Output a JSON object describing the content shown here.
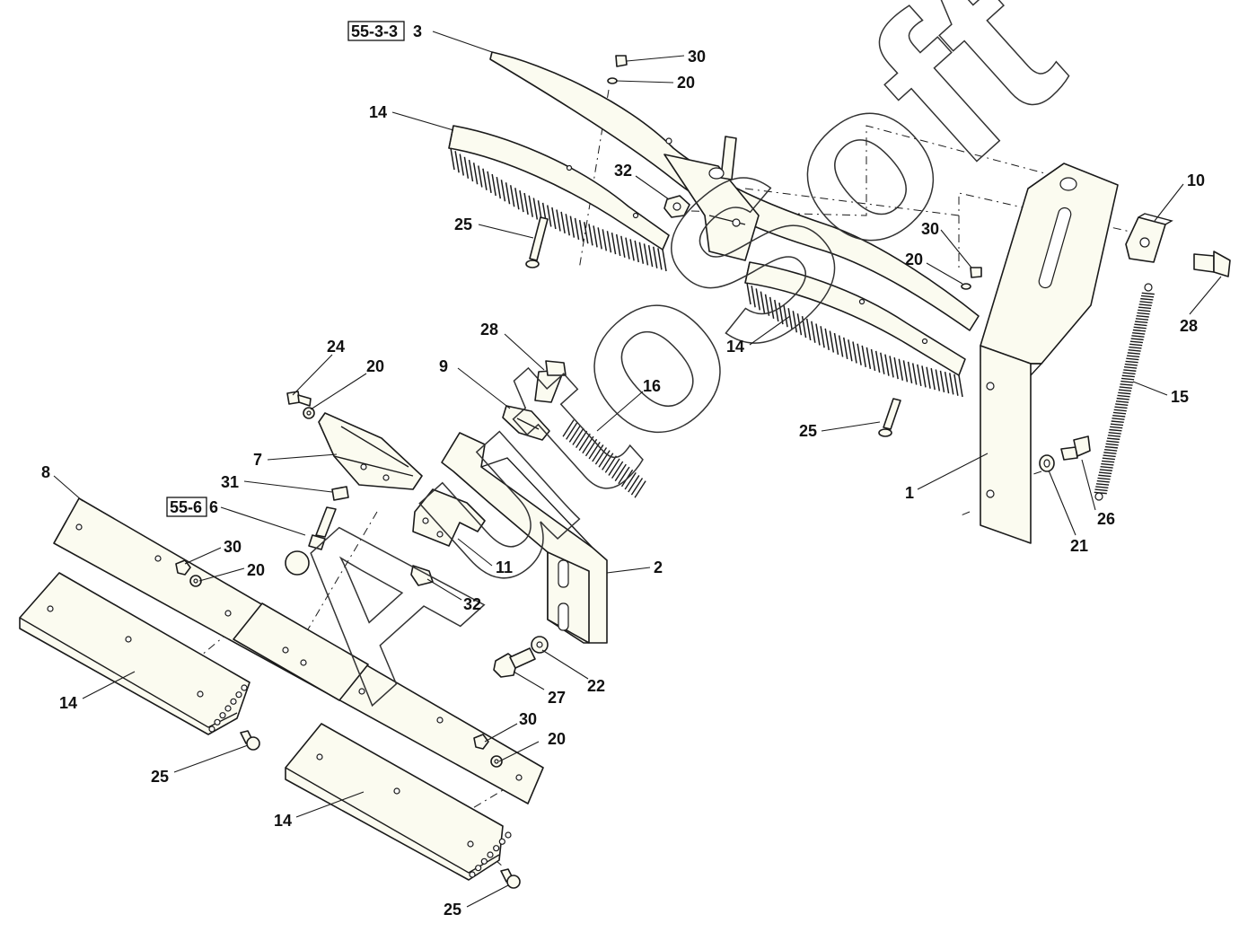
{
  "watermark": "AutoSoft",
  "references": [
    {
      "id": "ref-55-3-3",
      "text": "55-3-3"
    },
    {
      "id": "ref-55-6",
      "text": "55-6"
    }
  ],
  "callouts": [
    {
      "id": "c3",
      "num": "3"
    },
    {
      "id": "c30a",
      "num": "30"
    },
    {
      "id": "c20a",
      "num": "20"
    },
    {
      "id": "c14a",
      "num": "14"
    },
    {
      "id": "c32a",
      "num": "32"
    },
    {
      "id": "c25a",
      "num": "25"
    },
    {
      "id": "c10",
      "num": "10"
    },
    {
      "id": "c30b",
      "num": "30"
    },
    {
      "id": "c20b",
      "num": "20"
    },
    {
      "id": "c28a",
      "num": "28"
    },
    {
      "id": "c14b",
      "num": "14"
    },
    {
      "id": "c15",
      "num": "15"
    },
    {
      "id": "c28b",
      "num": "28"
    },
    {
      "id": "c9",
      "num": "9"
    },
    {
      "id": "c16",
      "num": "16"
    },
    {
      "id": "c25b",
      "num": "25"
    },
    {
      "id": "c24",
      "num": "24"
    },
    {
      "id": "c20c",
      "num": "20"
    },
    {
      "id": "c7",
      "num": "7"
    },
    {
      "id": "c31",
      "num": "31"
    },
    {
      "id": "c6",
      "num": "6"
    },
    {
      "id": "c8",
      "num": "8"
    },
    {
      "id": "c30c",
      "num": "30"
    },
    {
      "id": "c20d",
      "num": "20"
    },
    {
      "id": "c1",
      "num": "1"
    },
    {
      "id": "c26",
      "num": "26"
    },
    {
      "id": "c21",
      "num": "21"
    },
    {
      "id": "c11",
      "num": "11"
    },
    {
      "id": "c2",
      "num": "2"
    },
    {
      "id": "c32b",
      "num": "32"
    },
    {
      "id": "c22",
      "num": "22"
    },
    {
      "id": "c27",
      "num": "27"
    },
    {
      "id": "c14c",
      "num": "14"
    },
    {
      "id": "c30d",
      "num": "30"
    },
    {
      "id": "c20e",
      "num": "20"
    },
    {
      "id": "c25c",
      "num": "25"
    },
    {
      "id": "c14d",
      "num": "14"
    },
    {
      "id": "c25d",
      "num": "25"
    }
  ]
}
